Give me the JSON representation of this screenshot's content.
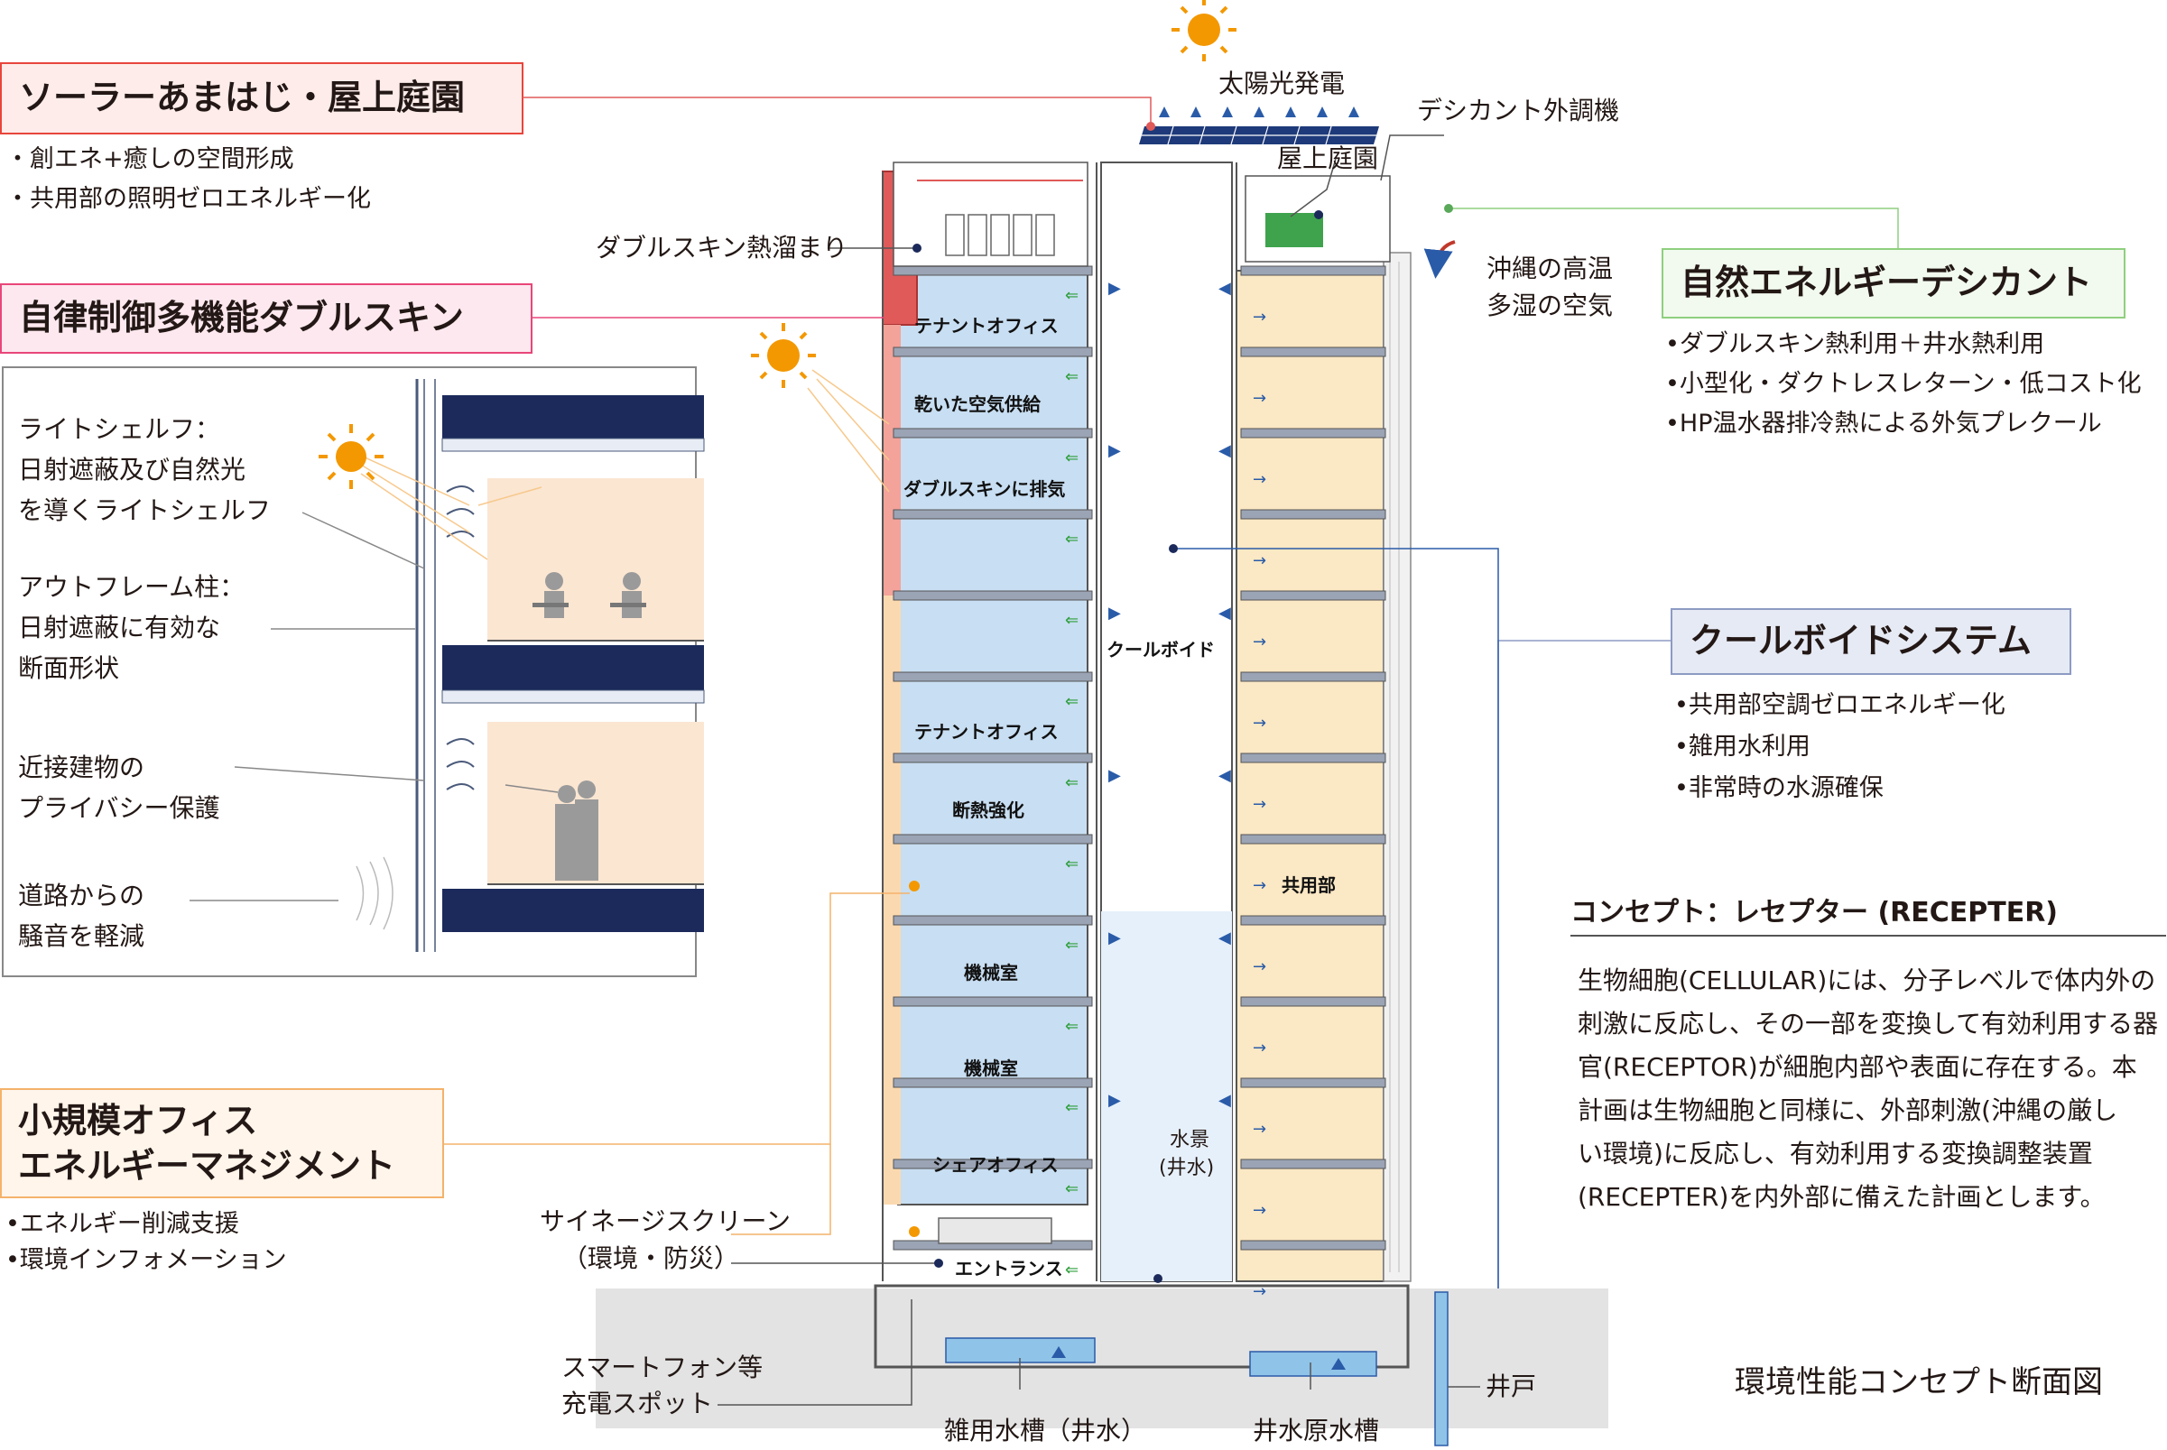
{
  "sections": {
    "solar": {
      "title": "ソーラーあまはじ・屋上庭園",
      "bullets": [
        "・創エネ+癒しの空間形成",
        "・共用部の照明ゼロエネルギー化"
      ]
    },
    "doubleskin": {
      "title": "自律制御多機能ダブルスキン"
    },
    "office": {
      "title_line1": "小規模オフィス",
      "title_line2": "エネルギーマネジメント",
      "bullets": [
        "•エネルギー削減支援",
        "•環境インフォメーション"
      ]
    },
    "desiccant": {
      "title": "自然エネルギーデシカント",
      "bullets": [
        "•ダブルスキン熱利用＋井水熱利用",
        "•小型化・ダクトレスレターン・低コスト化",
        "•HP温水器排冷熱による外気プレクール"
      ]
    },
    "coolvoid": {
      "title": "クールボイドシステム",
      "bullets": [
        "•共用部空調ゼロエネルギー化",
        "•雑用水利用",
        "•非常時の水源確保"
      ]
    },
    "concept": {
      "heading": "コンセプト：レセプター (RECEPTER)",
      "body": [
        "生物細胞(CELLULAR)には、分子レベルで体内外の",
        "刺激に反応し、その一部を変換して有効利用する器",
        "官(RECEPTOR)が細胞内部や表面に存在する。本",
        "計画は生物細胞と同様に、外部刺激(沖縄の厳し",
        "い環境)に反応し、有効利用する変換調整装置",
        "(RECEPTER)を内外部に備えた計画とします。"
      ]
    }
  },
  "detail": {
    "lightshelf": [
      "ライトシェルフ：",
      "日射遮蔽及び自然光",
      "を導くライトシェルフ"
    ],
    "outframe": [
      "アウトフレーム柱：",
      "日射遮蔽に有効な",
      "断面形状"
    ],
    "privacy": [
      "近接建物の",
      "プライバシー保護"
    ],
    "noise": [
      "道路からの",
      "騒音を軽減"
    ]
  },
  "callouts": {
    "solar_power": "太陽光発電",
    "desiccant_unit": "デシカント外調機",
    "roof_garden": "屋上庭園",
    "heat_pool": "ダブルスキン熱溜まり",
    "humid_air": [
      "沖縄の高温",
      "多湿の空気"
    ],
    "signage": [
      "サイネージスクリーン",
      "（環境・防災）"
    ],
    "charging": [
      "スマートフォン等",
      "充電スポット"
    ],
    "misc_tank": "雑用水槽（井水）",
    "well_tank": "井水原水槽",
    "well": "井戸",
    "caption": "環境性能コンセプト断面図"
  },
  "rooms": {
    "tenant_office_1": "テナントオフィス",
    "dry_air": "乾いた空気供給",
    "exhaust": "ダブルスキンに排気",
    "cool_void": "クールボイド",
    "tenant_office_2": "テナントオフィス",
    "insulation": "断熱強化",
    "common": "共用部",
    "machine_1": "機械室",
    "machine_2": "機械室",
    "share_office": "シェアオフィス",
    "waterscape": [
      "水景",
      "(井水)"
    ],
    "entrance": "エントランス"
  },
  "colors": {
    "solar_box": "#e8453c",
    "doubleskin_box": "#e8467a",
    "office_box": "#f4b26a",
    "desiccant_box": "#8fcf7e",
    "coolvoid_box": "#8d9bc4",
    "blue_zone": "#c8def2",
    "orange_zone": "#fbe8c4",
    "arrow_blue": "#2a5ba8",
    "arrow_green": "#2e9e3c",
    "sun": "#f39800",
    "red_heat": "#e05a5a",
    "garden": "#3fa34d"
  }
}
